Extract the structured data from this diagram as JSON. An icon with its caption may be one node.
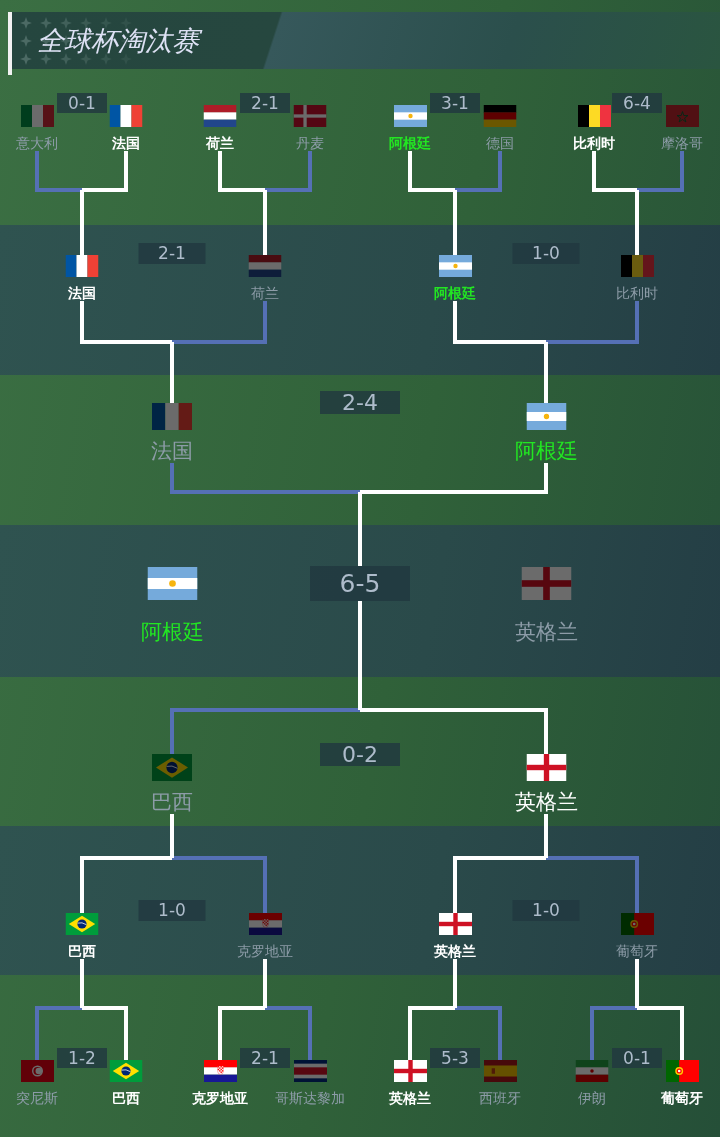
{
  "diagram": {
    "title": "全球杯淘汰赛",
    "nodes": [
      {
        "text": [
          "意大利"
        ]
      },
      {
        "text": [
          "0-1"
        ]
      },
      {
        "text": [
          "法国"
        ]
      },
      {
        "text": [
          "荷兰"
        ]
      },
      {
        "text": [
          "2-1"
        ]
      },
      {
        "text": [
          "丹麦"
        ]
      },
      {
        "text": [
          "阿根廷"
        ]
      },
      {
        "text": [
          "3-1"
        ]
      },
      {
        "text": [
          "德国"
        ]
      },
      {
        "text": [
          "比利时"
        ]
      },
      {
        "text": [
          "6-4"
        ]
      },
      {
        "text": [
          "摩洛哥"
        ]
      },
      {
        "text": [
          "法国"
        ]
      },
      {
        "text": [
          "2-1"
        ]
      },
      {
        "text": [
          "荷兰"
        ]
      },
      {
        "text": [
          "阿根廷"
        ]
      },
      {
        "text": [
          "1-0"
        ]
      },
      {
        "text": [
          "比利时"
        ]
      },
      {
        "text": [
          "法国"
        ]
      },
      {
        "text": [
          "2-4"
        ]
      },
      {
        "text": [
          "阿根廷"
        ]
      },
      {
        "text": [
          "阿根廷"
        ]
      },
      {
        "text": [
          "6-5"
        ]
      },
      {
        "text": [
          "英格兰"
        ]
      },
      {
        "text": [
          "巴西"
        ]
      },
      {
        "text": [
          "0-2"
        ]
      },
      {
        "text": [
          "英格兰"
        ]
      },
      {
        "text": [
          "巴西"
        ]
      },
      {
        "text": [
          "1-0"
        ]
      },
      {
        "text": [
          "克罗地亚"
        ]
      },
      {
        "text": [
          "英格兰"
        ]
      },
      {
        "text": [
          "1-0"
        ]
      },
      {
        "text": [
          "葡萄牙"
        ]
      },
      {
        "text": [
          "突尼斯"
        ]
      },
      {
        "text": [
          "1-2"
        ]
      },
      {
        "text": [
          "巴西"
        ]
      },
      {
        "text": [
          "克罗地亚"
        ]
      },
      {
        "text": [
          "2-1"
        ]
      },
      {
        "text": [
          "哥斯达黎加"
        ]
      },
      {
        "text": [
          "英格兰"
        ]
      },
      {
        "text": [
          "5-3"
        ]
      },
      {
        "text": [
          "西班牙"
        ]
      },
      {
        "text": [
          "伊朗"
        ]
      },
      {
        "text": [
          "0-1"
        ]
      },
      {
        "text": [
          "葡萄牙"
        ]
      }
    ],
    "edges": [
      {
        "from": 0,
        "to": 12,
        "arrow": "none",
        "color": "#5570b5"
      },
      {
        "from": 2,
        "to": 12,
        "arrow": "none",
        "color": "#ffffff"
      },
      {
        "from": 3,
        "to": 14,
        "arrow": "none",
        "color": "#ffffff"
      },
      {
        "from": 5,
        "to": 14,
        "arrow": "none",
        "color": "#5570b5"
      },
      {
        "from": 6,
        "to": 15,
        "arrow": "none",
        "color": "#ffffff"
      },
      {
        "from": 8,
        "to": 15,
        "arrow": "none",
        "color": "#5570b5"
      },
      {
        "from": 9,
        "to": 17,
        "arrow": "none",
        "color": "#ffffff"
      },
      {
        "from": 11,
        "to": 17,
        "arrow": "none",
        "color": "#5570b5"
      },
      {
        "from": 12,
        "to": 18,
        "arrow": "none",
        "color": "#ffffff"
      },
      {
        "from": 14,
        "to": 18,
        "arrow": "none",
        "color": "#5570b5"
      },
      {
        "from": 15,
        "to": 20,
        "arrow": "none",
        "color": "#ffffff"
      },
      {
        "from": 17,
        "to": 20,
        "arrow": "none",
        "color": "#5570b5"
      },
      {
        "from": 18,
        "to": 22,
        "arrow": "none",
        "color": "#5570b5"
      },
      {
        "from": 20,
        "to": 22,
        "arrow": "none",
        "color": "#ffffff"
      },
      {
        "from": 24,
        "to": 22,
        "arrow": "none",
        "color": "#5570b5"
      },
      {
        "from": 26,
        "to": 22,
        "arrow": "none",
        "color": "#ffffff"
      },
      {
        "from": 27,
        "to": 24,
        "arrow": "none",
        "color": "#ffffff"
      },
      {
        "from": 29,
        "to": 24,
        "arrow": "none",
        "color": "#5570b5"
      },
      {
        "from": 30,
        "to": 26,
        "arrow": "none",
        "color": "#ffffff"
      },
      {
        "from": 32,
        "to": 26,
        "arrow": "none",
        "color": "#5570b5"
      },
      {
        "from": 33,
        "to": 27,
        "arrow": "none",
        "color": "#5570b5"
      },
      {
        "from": 35,
        "to": 27,
        "arrow": "none",
        "color": "#ffffff"
      },
      {
        "from": 36,
        "to": 29,
        "arrow": "none",
        "color": "#ffffff"
      },
      {
        "from": 38,
        "to": 29,
        "arrow": "none",
        "color": "#5570b5"
      },
      {
        "from": 39,
        "to": 30,
        "arrow": "none",
        "color": "#ffffff"
      },
      {
        "from": 41,
        "to": 30,
        "arrow": "none",
        "color": "#5570b5"
      },
      {
        "from": 42,
        "to": 32,
        "arrow": "none",
        "color": "#5570b5"
      },
      {
        "from": 44,
        "to": 32,
        "arrow": "none",
        "color": "#ffffff"
      }
    ]
  }
}
